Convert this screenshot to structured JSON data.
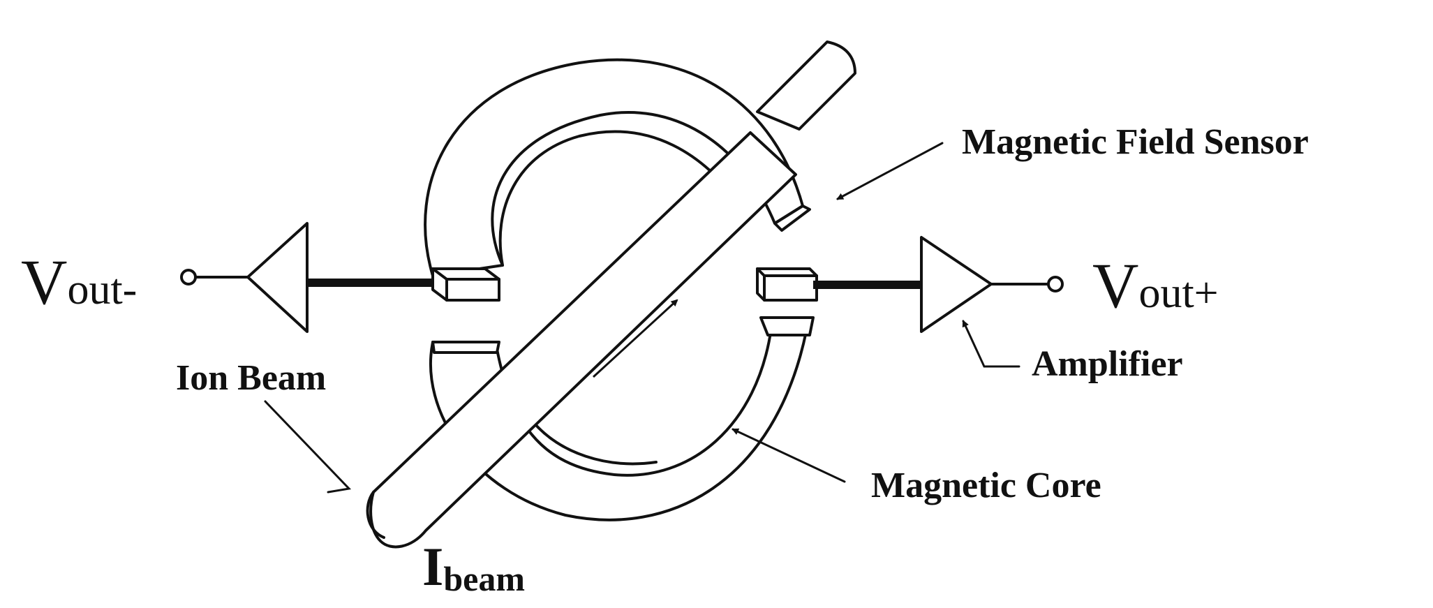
{
  "labels": {
    "magnetic_field_sensor": "Magnetic Field Sensor",
    "amplifier": "Amplifier",
    "magnetic_core": "Magnetic Core",
    "ion_beam": "Ion Beam",
    "vout_minus": {
      "main": "V",
      "sub": "out-"
    },
    "vout_plus": {
      "main": "V",
      "sub": "out+"
    },
    "ibeam": {
      "main": "I",
      "sub": "beam"
    }
  },
  "colors": {
    "ink": "#111111",
    "background": "#ffffff"
  }
}
